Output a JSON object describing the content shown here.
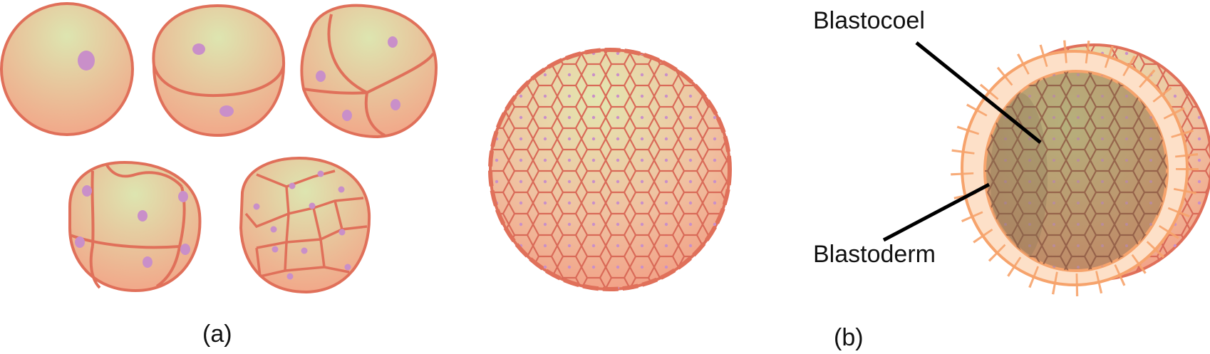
{
  "panel_a": {
    "caption": "(a)"
  },
  "panel_b": {
    "caption": "(b)"
  },
  "labels": {
    "blastocoel": "Blastocoel",
    "blastoderm": "Blastoderm"
  },
  "colors": {
    "cell_fill_center": "#dde5b0",
    "cell_fill_edge": "#f3a487",
    "cell_outline": "#e0705a",
    "nucleus": "#c98fc9",
    "blastoderm_cell": "#fde0c8",
    "blastoderm_outline": "#f6a36c",
    "cavity": "#a99872",
    "leader_line": "#000000"
  }
}
